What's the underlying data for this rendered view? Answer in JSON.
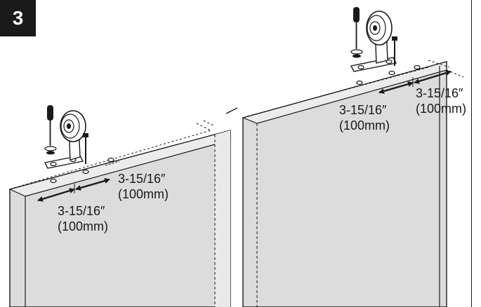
{
  "step": {
    "number": "3"
  },
  "colors": {
    "badge_bg": "#1a1a1a",
    "badge_text": "#ffffff",
    "door_face": "#dcdcdc",
    "door_top": "#e9e9e9",
    "line": "#1a1a1a"
  },
  "left_door": {
    "hardware_icon": "roller-hanger-icon",
    "dimensions": [
      {
        "imperial": "3-15/16″",
        "metric": "(100mm)"
      },
      {
        "imperial": "3-15/16″",
        "metric": "(100mm)"
      }
    ]
  },
  "right_door": {
    "hardware_icon": "roller-hanger-icon",
    "dimensions": [
      {
        "imperial": "3-15/16″",
        "metric": "(100mm)"
      },
      {
        "imperial": "3-15/16″",
        "metric": "(100mm)"
      }
    ]
  }
}
